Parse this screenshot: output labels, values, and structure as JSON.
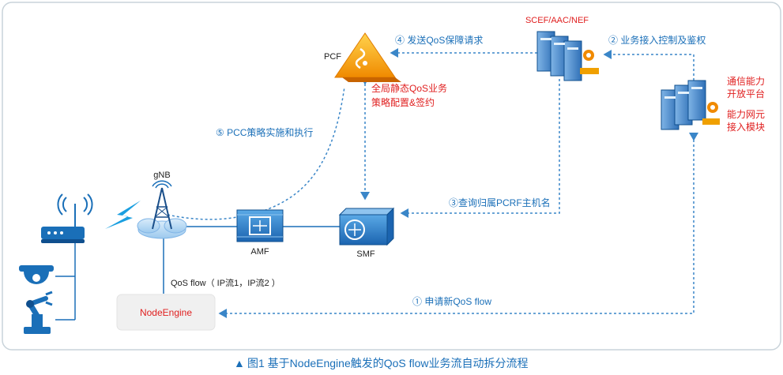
{
  "nodes": {
    "pcf": "PCF",
    "scef": "SCEF/AAC/NEF",
    "gnb": "gNB",
    "amf": "AMF",
    "smf": "SMF",
    "nodeengine": "NodeEngine",
    "platform_line1": "通信能力",
    "platform_line2": "开放平台",
    "module_line1": "能力网元",
    "module_line2": "接入模块"
  },
  "annotations": {
    "policy_line1": "全局静态QoS业务",
    "policy_line2": "策略配置&签约",
    "qos_flow": "QoS flow（ IP流1，IP流2 ）"
  },
  "steps": {
    "s1": "① 申请新QoS flow",
    "s2": "② 业务接入控制及鉴权",
    "s3": "③查询归属PCRF主机名",
    "s4": "④ 发送QoS保障请求",
    "s5": "⑤ PCC策略实施和执行"
  },
  "caption": {
    "marker": "▲",
    "text": "图1  基于NodeEngine触发的QoS flow业务流自动拆分流程"
  },
  "colors": {
    "blue": "#1a6fb8",
    "red": "#e02020",
    "dashed": "#3a86c8",
    "border": "#c9d3da"
  }
}
